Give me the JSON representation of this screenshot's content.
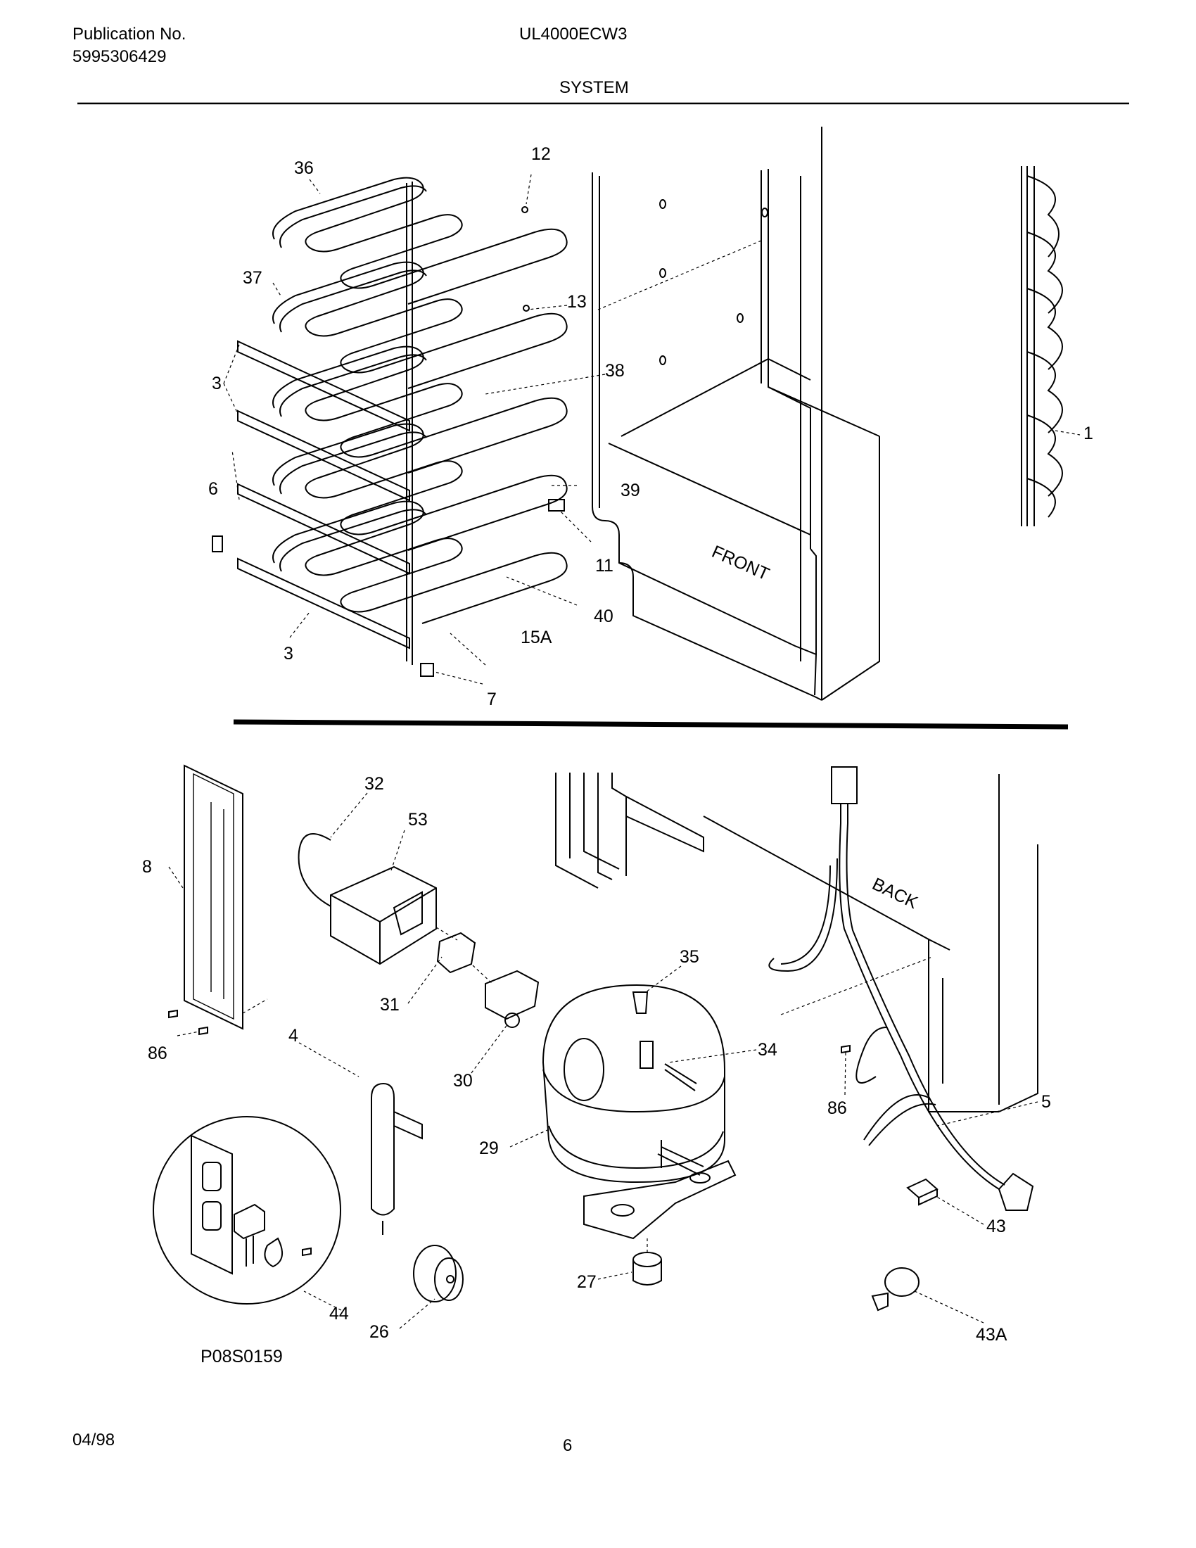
{
  "header": {
    "publication_label": "Publication No.",
    "publication_number": "5995306429",
    "model": "UL4000ECW3",
    "section": "SYSTEM"
  },
  "upper_labels": {
    "l36": "36",
    "l12": "12",
    "l37": "37",
    "l13": "13",
    "l38": "38",
    "l3a": "3",
    "l1": "1",
    "l6": "6",
    "l39": "39",
    "l11": "11",
    "l40": "40",
    "l15a": "15A",
    "l3b": "3",
    "l7": "7",
    "front": "FRONT"
  },
  "lower_labels": {
    "l32": "32",
    "l53": "53",
    "l8": "8",
    "back": "BACK",
    "l35": "35",
    "l31": "31",
    "l86a": "86",
    "l4": "4",
    "l30": "30",
    "l34": "34",
    "l86b": "86",
    "l5": "5",
    "l29": "29",
    "l43": "43",
    "l27": "27",
    "l44": "44",
    "l26": "26",
    "l43a": "43A"
  },
  "figure_id": "P08S0159",
  "footer": {
    "date": "04/98",
    "page": "6"
  }
}
